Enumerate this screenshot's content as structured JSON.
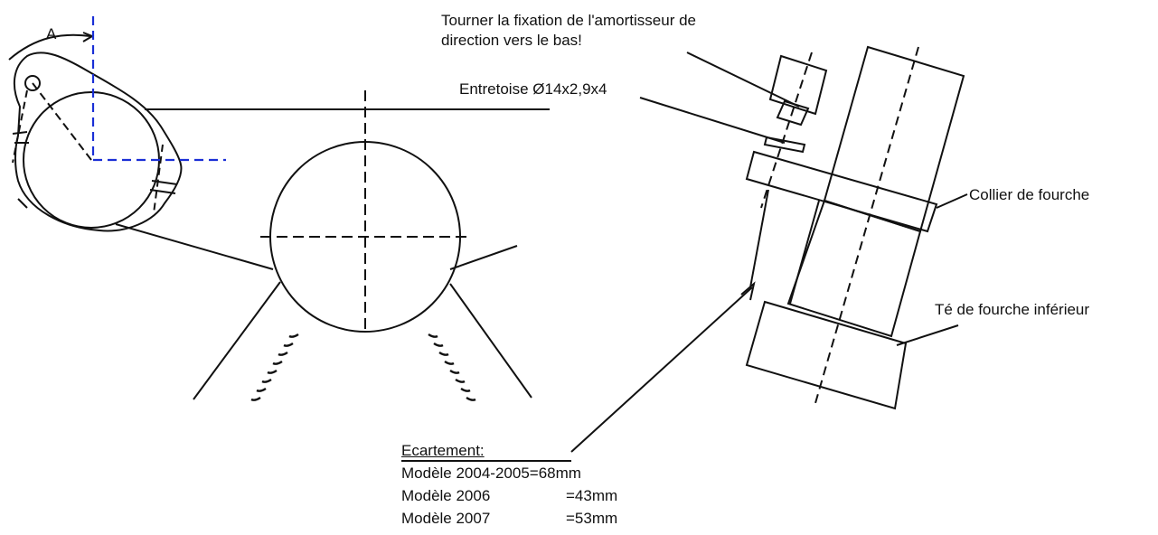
{
  "annotations": {
    "note_line1": "Tourner la fixation de l'amortisseur de",
    "note_line2": "direction vers le bas!",
    "spacer": "Entretoise Ø14x2,9x4",
    "fork_clamp": "Collier de fourche",
    "lower_triple_clamp": "Té de fourche inférieur",
    "angle_marker": "A"
  },
  "spacing": {
    "title": "Ecartement:",
    "rows": [
      {
        "model": "Modèle 2004-2005",
        "value": "=68mm"
      },
      {
        "model": "Modèle 2006",
        "value": "=43mm"
      },
      {
        "model": "Modèle 2007",
        "value": "=53mm"
      }
    ]
  },
  "colors": {
    "line": "#111111",
    "axis_blue": "#1a2fd6"
  }
}
